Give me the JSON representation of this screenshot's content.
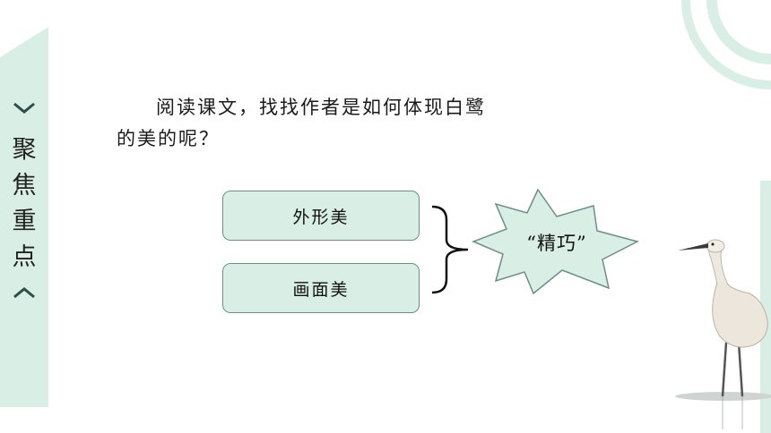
{
  "sidebar": {
    "title": "聚焦重点",
    "up_icon": "chevron-down-icon",
    "down_icon": "chevron-up-icon"
  },
  "prompt": {
    "line1": "阅读课文，找找作者是如何体现白鹭",
    "line2": "的美的呢？"
  },
  "boxes": [
    {
      "label": "外形美"
    },
    {
      "label": "画面美"
    }
  ],
  "star": {
    "label": "“精巧”"
  },
  "colors": {
    "mint": "#d9efe5",
    "box_border": "#6b8f88",
    "accent": "#2d4d47"
  }
}
